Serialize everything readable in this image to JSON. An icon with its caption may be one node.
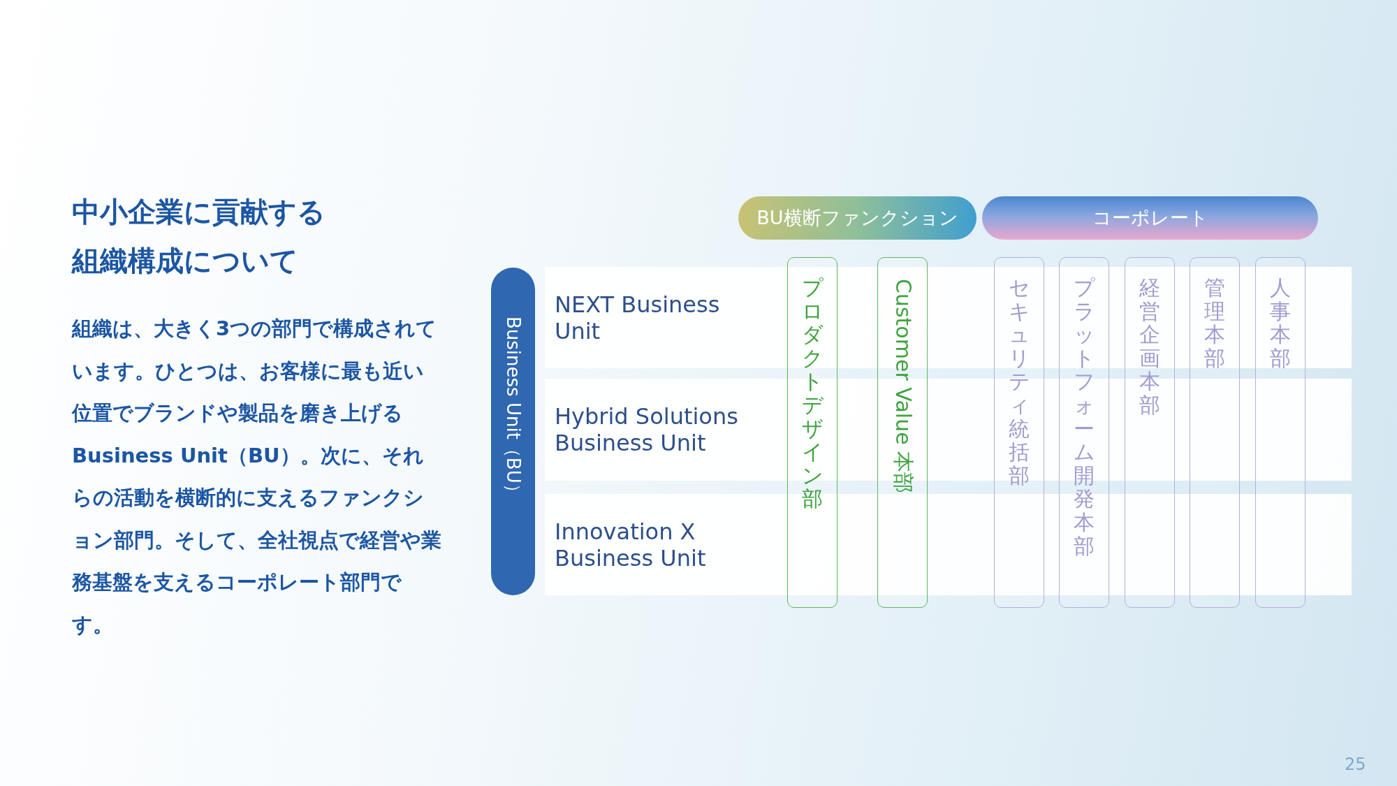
{
  "diagram": {
    "title": "中小企業に貢献する組織構成について",
    "nodes": [
      {
        "text": [
          "BU横断ファンクション"
        ]
      },
      {
        "text": [
          "コーポレート"
        ]
      },
      {
        "text": [
          "Business Unit（BU）"
        ]
      },
      {
        "text": [
          "NEXT Business Unit"
        ]
      },
      {
        "text": [
          "Hybrid Solutions Business Unit"
        ]
      },
      {
        "text": [
          "Innovation X Business Unit"
        ]
      },
      {
        "text": [
          "プロダクトデザイン部"
        ]
      },
      {
        "text": [
          "Customer Value 本部"
        ]
      },
      {
        "text": [
          "セキュリティ統括部"
        ]
      },
      {
        "text": [
          "プラットフォーム開発本部"
        ]
      },
      {
        "text": [
          "経営企画本部"
        ]
      },
      {
        "text": [
          "管理本部"
        ]
      },
      {
        "text": [
          "人事本部"
        ]
      }
    ],
    "edges": [],
    "labels": [
      "組織は、大きく3つの部門で構成されています。ひとつは、お客様に最も近い位置でブランドや製品を磨き上げるBusiness Unit（BU）。次に、それらの活動を横断的に支えるファンクション部門。そして、全社視点で経営や業務基盤を支えるコーポレート部門です。",
      "25"
    ]
  }
}
